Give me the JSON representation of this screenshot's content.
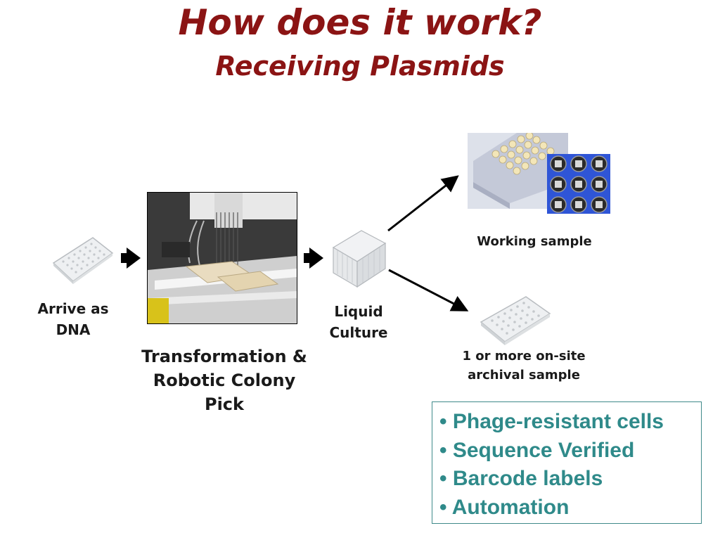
{
  "title": "How does it work?",
  "subtitle": "Receiving Plasmids",
  "steps": {
    "arrive": {
      "line1": "Arrive as",
      "line2": "DNA"
    },
    "transform": {
      "line1": "Transformation &",
      "line2": "Robotic Colony",
      "line3": "Pick"
    },
    "liquid": {
      "line1": "Liquid",
      "line2": "Culture"
    },
    "working": {
      "label": "Working sample"
    },
    "archival": {
      "line1": "1 or more on-site",
      "line2": "archival sample"
    }
  },
  "features": {
    "bullet": "•",
    "items": [
      "Phage-resistant cells",
      "Sequence Verified",
      "Barcode labels",
      "Automation"
    ]
  },
  "colors": {
    "title": "#8b1414",
    "feature_text": "#2f8a8a",
    "feature_border": "#3f8a8a",
    "arrow": "#000000"
  },
  "icons": {
    "plate": "96-well-plate-icon",
    "deep_well": "deep-well-block-icon",
    "robot": "colony-picking-robot-photo",
    "barcode_box": "barcoded-tube-rack-photo",
    "barcode_tubes": "2d-barcode-tubes-photo"
  }
}
